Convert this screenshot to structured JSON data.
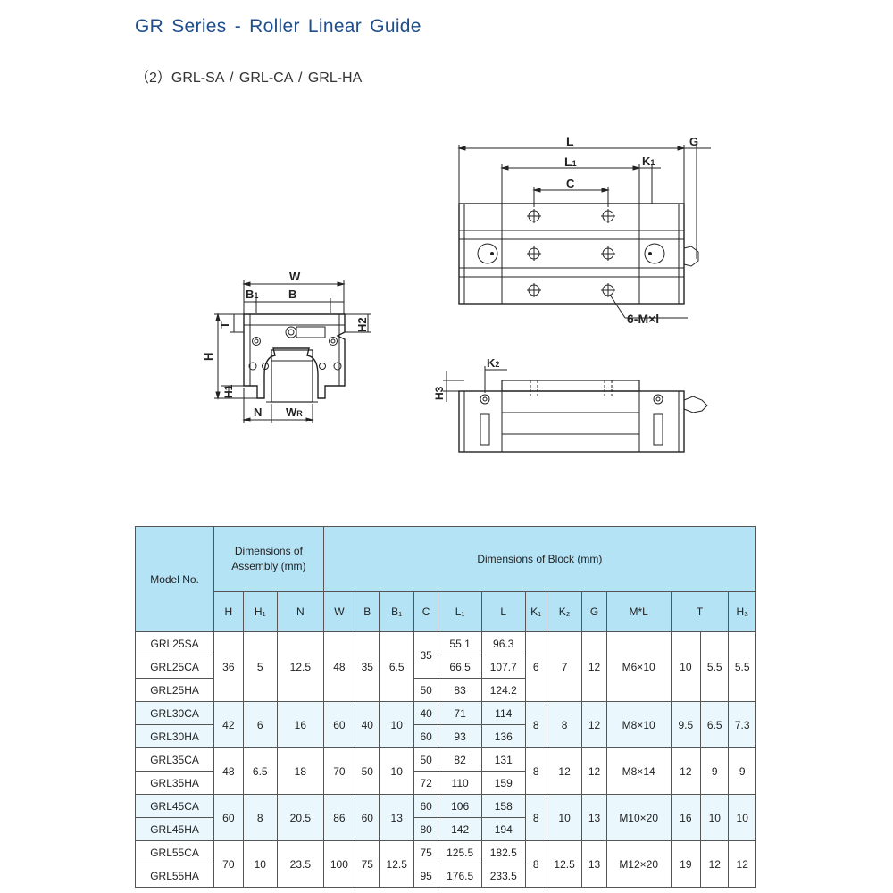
{
  "title": "GR Series - Roller Linear Guide",
  "subtitle": "（2）GRL-SA / GRL-CA / GRL-HA",
  "drawing_labels": {
    "W": "W",
    "B1": "B",
    "B1_sub": "1",
    "B": "B",
    "T": "T",
    "H2": "H2",
    "H": "H",
    "H1": "H1",
    "N": "N",
    "WR": "W",
    "WR_sub": "R",
    "L": "L",
    "L1": "L",
    "L1_sub": "1",
    "C": "C",
    "K1": "K",
    "K1_sub": "1",
    "G": "G",
    "M": "6-M×l",
    "K2": "K",
    "K2_sub": "2",
    "H3": "H3"
  },
  "table": {
    "header_model": "Model No.",
    "header_assembly": "Dimensions of Assembly (mm)",
    "header_block": "Dimensions of Block (mm)",
    "columns": [
      "H",
      "H₁",
      "N",
      "W",
      "B",
      "B₁",
      "C",
      "L₁",
      "L",
      "K₁",
      "K₂",
      "G",
      "M*L",
      "T",
      "H₃"
    ],
    "groups": [
      {
        "models": [
          "GRL25SA",
          "GRL25CA",
          "GRL25HA"
        ],
        "H": "36",
        "H1": "5",
        "N": "12.5",
        "W": "48",
        "B": "35",
        "B1": "6.5",
        "C": [
          "35",
          "50"
        ],
        "L1": [
          "55.1",
          "66.5",
          "83"
        ],
        "L": [
          "96.3",
          "107.7",
          "124.2"
        ],
        "K1": "6",
        "K2": "7",
        "G": "12",
        "ML": "M6×10",
        "T": "10",
        "T2": "5.5",
        "H3": "5.5"
      },
      {
        "models": [
          "GRL30CA",
          "GRL30HA"
        ],
        "H": "42",
        "H1": "6",
        "N": "16",
        "W": "60",
        "B": "40",
        "B1": "10",
        "C": [
          "40",
          "60"
        ],
        "L1": [
          "71",
          "93"
        ],
        "L": [
          "114",
          "136"
        ],
        "K1": "8",
        "K2": "8",
        "G": "12",
        "ML": "M8×10",
        "T": "9.5",
        "T2": "6.5",
        "H3": "7.3"
      },
      {
        "models": [
          "GRL35CA",
          "GRL35HA"
        ],
        "H": "48",
        "H1": "6.5",
        "N": "18",
        "W": "70",
        "B": "50",
        "B1": "10",
        "C": [
          "50",
          "72"
        ],
        "L1": [
          "82",
          "110"
        ],
        "L": [
          "131",
          "159"
        ],
        "K1": "8",
        "K2": "12",
        "G": "12",
        "ML": "M8×14",
        "T": "12",
        "T2": "9",
        "H3": "9"
      },
      {
        "models": [
          "GRL45CA",
          "GRL45HA"
        ],
        "H": "60",
        "H1": "8",
        "N": "20.5",
        "W": "86",
        "B": "60",
        "B1": "13",
        "C": [
          "60",
          "80"
        ],
        "L1": [
          "106",
          "142"
        ],
        "L": [
          "158",
          "194"
        ],
        "K1": "8",
        "K2": "10",
        "G": "13",
        "ML": "M10×20",
        "T": "16",
        "T2": "10",
        "H3": "10"
      },
      {
        "models": [
          "GRL55CA",
          "GRL55HA"
        ],
        "H": "70",
        "H1": "10",
        "N": "23.5",
        "W": "100",
        "B": "75",
        "B1": "12.5",
        "C": [
          "75",
          "95"
        ],
        "L1": [
          "125.5",
          "176.5"
        ],
        "L": [
          "182.5",
          "233.5"
        ],
        "K1": "8",
        "K2": "12.5",
        "G": "13",
        "ML": "M12×20",
        "T": "19",
        "T2": "12",
        "H3": "12"
      }
    ]
  }
}
